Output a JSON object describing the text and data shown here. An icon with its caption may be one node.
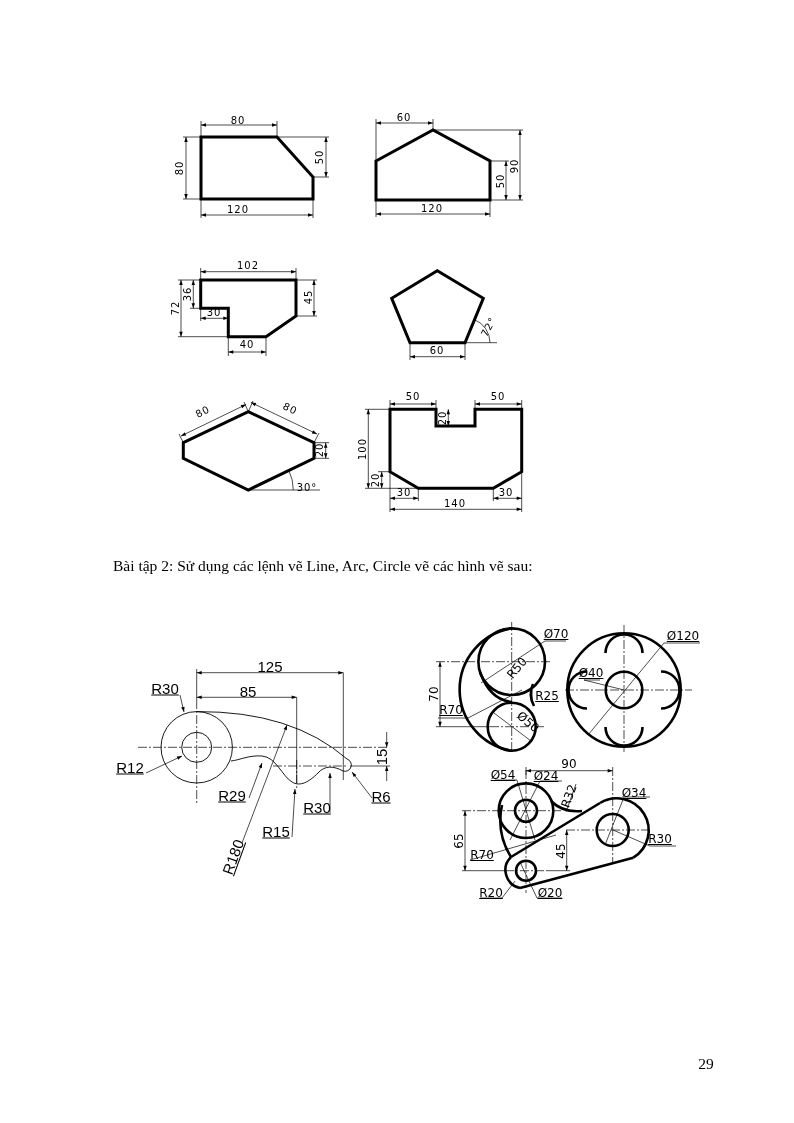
{
  "diagram": {
    "labels": [
      "80",
      "80",
      "50",
      "120",
      "60",
      "90",
      "50",
      "120",
      "102",
      "36",
      "72",
      "45",
      "30",
      "40",
      "72°",
      "60",
      "80",
      "80",
      "20",
      "30°",
      "50",
      "50",
      "20",
      "100",
      "20",
      "30",
      "30",
      "140",
      "Bài tập 2: Sử dụng các lệnh vẽ Line, Arc, Circle vẽ các hình vẽ sau:",
      "125",
      "R30",
      "85",
      "R12",
      "15",
      "R29",
      "R30",
      "R6",
      "R15",
      "R180",
      "Ø70",
      "R50",
      "70",
      "R25",
      "R70",
      "Ø50",
      "Ø120",
      "Ø40",
      "90",
      "Ø54",
      "Ø24",
      "R32",
      "Ø34",
      "65",
      "R70",
      "45",
      "R30",
      "R20",
      "Ø20",
      "29"
    ]
  }
}
